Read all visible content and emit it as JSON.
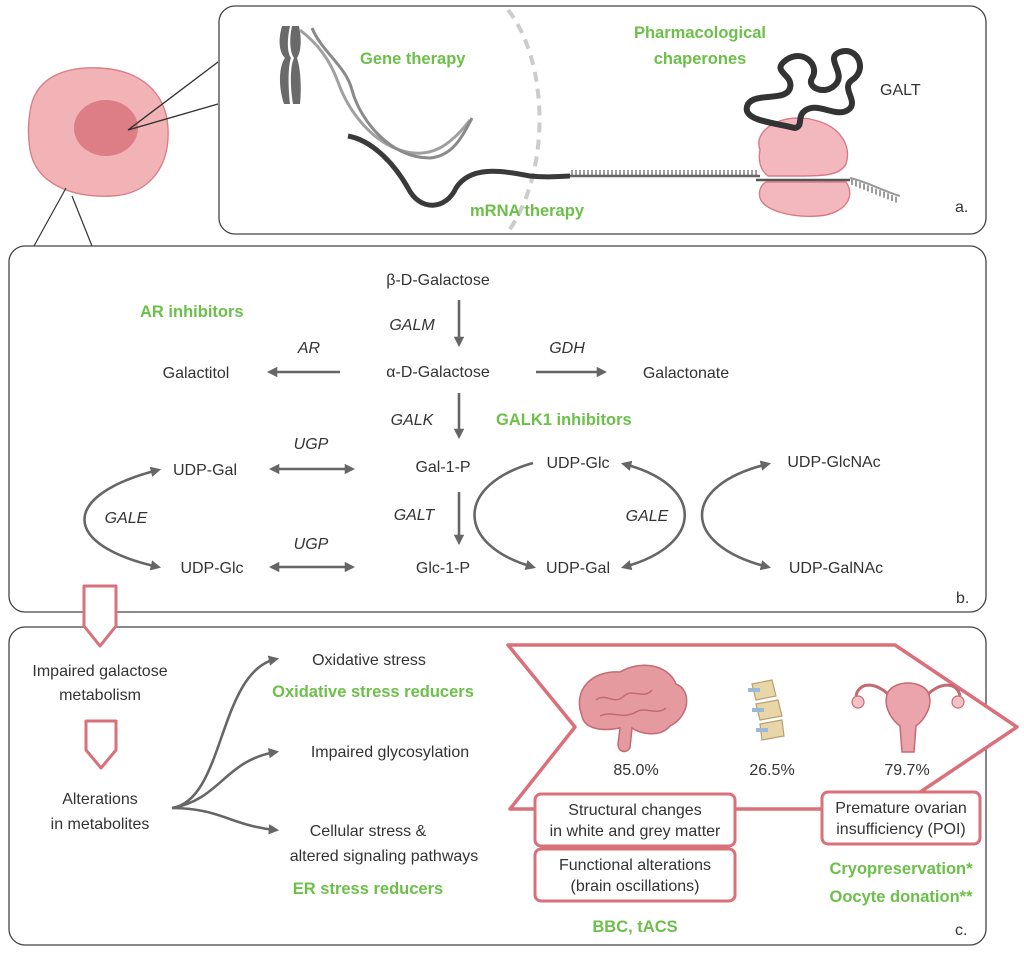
{
  "colors": {
    "accent_green": "#6cc04a",
    "accent_red": "#d9707a",
    "arrow_gray": "#666666",
    "text": "#333333"
  },
  "panel_a": {
    "tag": "a.",
    "gene_therapy": "Gene therapy",
    "chaperones_line1": "Pharmacological",
    "chaperones_line2": "chaperones",
    "galt": "GALT",
    "mrna_therapy": "mRNA therapy",
    "icons": [
      "cell-icon",
      "chromosome-icon",
      "dna-helix-icon",
      "mrna-strand-icon",
      "ribosome-icon",
      "protein-icon"
    ]
  },
  "panel_b": {
    "tag": "b.",
    "beta_galactose": "β-D-Galactose",
    "alpha_galactose": "α-D-Galactose",
    "galactitol": "Galactitol",
    "galactonate": "Galactonate",
    "gal1p": "Gal-1-P",
    "glc1p": "Glc-1-P",
    "udp_gal_left": "UDP-Gal",
    "udp_glc_left": "UDP-Glc",
    "udp_glc_mid": "UDP-Glc",
    "udp_gal_mid": "UDP-Gal",
    "udp_glcnac": "UDP-GlcNAc",
    "udp_galnac": "UDP-GalNAc",
    "enzymes": {
      "galm": "GALM",
      "ar": "AR",
      "gdh": "GDH",
      "galk": "GALK",
      "ugp_top": "UGP",
      "ugp_bottom": "UGP",
      "galt": "GALT",
      "gale_left": "GALE",
      "gale_mid": "GALE"
    },
    "ar_inhibitors": "AR inhibitors",
    "galk1_inhibitors": "GALK1 inhibitors"
  },
  "panel_c": {
    "tag": "c.",
    "impaired_line1": "Impaired galactose",
    "impaired_line2": "metabolism",
    "alterations_line1": "Alterations",
    "alterations_line2": "in metabolites",
    "oxidative_stress": "Oxidative stress",
    "oxidative_reducers": "Oxidative stress reducers",
    "impaired_glycosylation": "Impaired glycosylation",
    "cellular_stress_line1": "Cellular stress &",
    "cellular_stress_line2": "altered signaling pathways",
    "er_reducers": "ER stress reducers",
    "brain_pct": "85.0%",
    "spine_pct": "26.5%",
    "ovary_pct": "79.7%",
    "structural_line1": "Structural changes",
    "structural_line2": "in white and grey matter",
    "functional_line1": "Functional alterations",
    "functional_line2": "(brain oscillations)",
    "poi_line1": "Premature ovarian",
    "poi_line2": "insufficiency (POI)",
    "bbc_tacs": "BBC, tACS",
    "cryopreservation": "Cryopreservation*",
    "oocyte_donation": "Oocyte donation**",
    "icons": [
      "brain-icon",
      "spine-icon",
      "uterus-icon"
    ]
  }
}
